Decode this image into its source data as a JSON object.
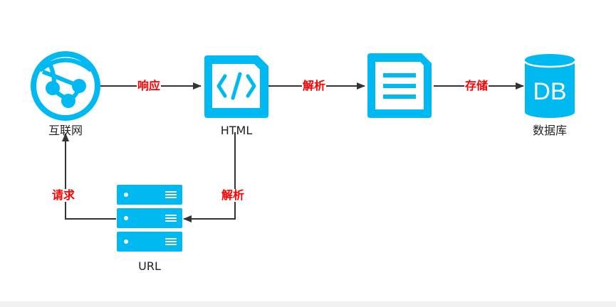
{
  "colors": {
    "icon": "#00b9f1",
    "arrow": "#333333",
    "edge_label": "#ff0000",
    "node_label": "#222222"
  },
  "nodes": {
    "internet": {
      "label": "互联网",
      "icon": "globe-network-icon"
    },
    "html": {
      "label": "HTML",
      "icon": "code-file-icon"
    },
    "document": {
      "label": "",
      "icon": "document-lines-icon"
    },
    "database": {
      "label": "数据库",
      "icon": "database-icon",
      "icon_text": "DB"
    },
    "url": {
      "label": "URL",
      "icon": "server-stack-icon"
    }
  },
  "edges": {
    "respond": {
      "label": "响应"
    },
    "parse_html": {
      "label": "解析"
    },
    "store": {
      "label": "存储"
    },
    "request": {
      "label": "请求"
    },
    "parse_url": {
      "label": "解析"
    }
  }
}
